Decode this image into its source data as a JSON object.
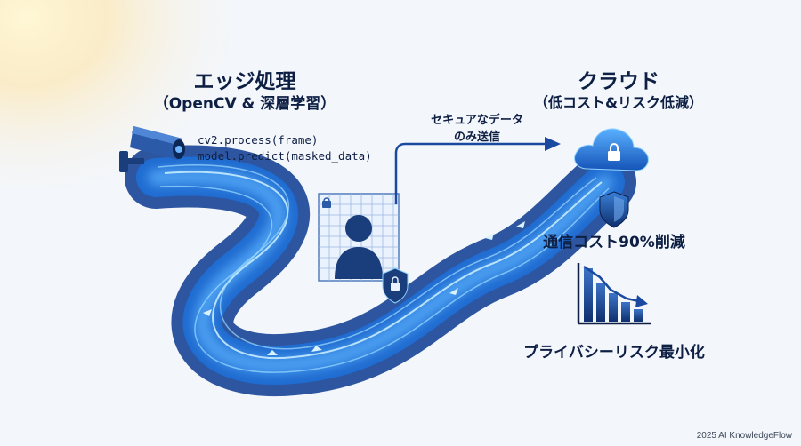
{
  "edge": {
    "title": "エッジ処理",
    "subtitle": "（OpenCV & 深層学習）",
    "code_lines": [
      "cv2.process(frame)",
      "model.predict(masked_data)"
    ],
    "icon": "security-camera-icon"
  },
  "transfer": {
    "label_line1": "セキュアなデータ",
    "label_line2": "のみ送信",
    "icon": "masked-person-grid-icon"
  },
  "cloud": {
    "title": "クラウド",
    "subtitle": "（低コスト&リスク低減）",
    "icon": "cloud-lock-icon"
  },
  "benefits": {
    "cost_label": "通信コスト90%削減",
    "cost_icon": "shield-icon",
    "privacy_label": "プライバシーリスク最小化",
    "privacy_icon": "declining-bar-chart-icon"
  },
  "footer": "2025 AI KnowledgeFlow",
  "colors": {
    "navy": "#0e1f44",
    "accent_blue": "#1f6fd6",
    "glow_blue": "#5fb6ff",
    "background": "#f3f6fb"
  }
}
